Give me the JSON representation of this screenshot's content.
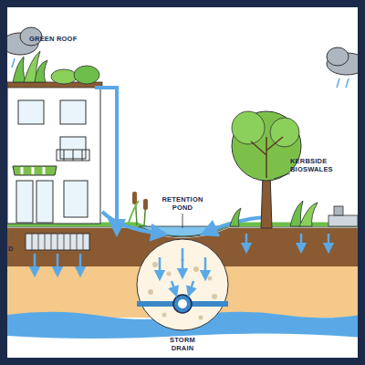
{
  "diagram": {
    "labels": [
      "GREEN ROOF",
      "RETENTION POND",
      "KERBSIDE BIOSWALES",
      "STORM DRAIN",
      "D"
    ]
  }
}
